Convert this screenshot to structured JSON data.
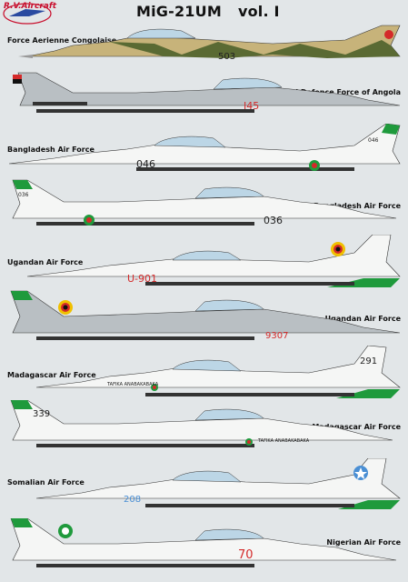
{
  "header": {
    "logo_text": "R.V.Aircraft",
    "title": "MiG-21UM",
    "volume": "vol. I"
  },
  "aircraft": [
    {
      "caption": "Force Aerienne Congolaise",
      "side": "left",
      "serial": "503",
      "scheme": "camo",
      "fin_marking": "red-star-roundel"
    },
    {
      "caption": "People´s Air and Defence Force of Angola",
      "side": "right",
      "serial": "I45",
      "scheme": "grey",
      "fin_marking": "angola-flag"
    },
    {
      "caption": "Bangladesh Air Force",
      "side": "left",
      "serial": "046",
      "fin_serial": "046",
      "scheme": "white-green",
      "fin_marking": "bangladesh-flag"
    },
    {
      "caption": "Bangladesh Air Force",
      "side": "right",
      "serial": "036",
      "fin_serial": "036",
      "scheme": "white-green",
      "fin_marking": "bangladesh-flag"
    },
    {
      "caption": "Ugandan Air Force",
      "side": "left",
      "serial": "U-901",
      "scheme": "white-green",
      "fin_marking": "uganda-roundel"
    },
    {
      "caption": "Ugandan Air Force",
      "side": "right",
      "serial": "9307",
      "scheme": "grey",
      "fin_marking": "uganda-roundel"
    },
    {
      "caption": "Madagascar Air Force",
      "side": "left",
      "serial": "291",
      "nose_text": "TAFIKA ANABAKABAKA",
      "scheme": "white-green",
      "fin_marking": "none"
    },
    {
      "caption": "Madagascar Air Force",
      "side": "right",
      "serial": "339",
      "nose_text": "TAFIKA ANABAKABAKA",
      "scheme": "white-green",
      "fin_marking": "none"
    },
    {
      "caption": "Somalian Air Force",
      "side": "left",
      "serial": "208",
      "scheme": "white-green",
      "fin_marking": "somalia-roundel"
    },
    {
      "caption": "Nigerian Air Force",
      "side": "right",
      "serial": "70",
      "scheme": "white-green",
      "fin_marking": "nigeria-roundel"
    }
  ],
  "colors": {
    "background": "#e2e6e8",
    "green": "#1f9a3c",
    "red": "#d42a2a",
    "grey_scheme": "#b9bfc3",
    "white_scheme": "#f5f6f5",
    "camo_tan": "#c7b37a",
    "camo_green": "#5a6a33"
  }
}
